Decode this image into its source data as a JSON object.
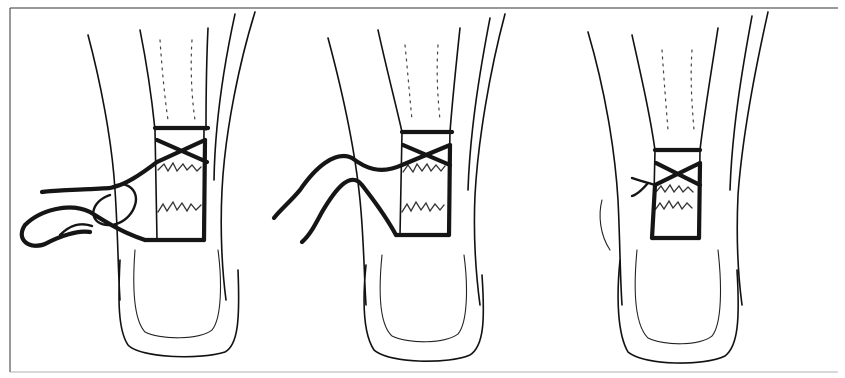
{
  "figure": {
    "description_visible_text": "",
    "panels": [
      {
        "id": "panel-1",
        "stage": "suture-loop-open"
      },
      {
        "id": "panel-2",
        "stage": "suture-crossed"
      },
      {
        "id": "panel-3",
        "stage": "suture-tied"
      }
    ],
    "colors": {
      "ink": "#111111",
      "paper": "#ffffff"
    }
  }
}
